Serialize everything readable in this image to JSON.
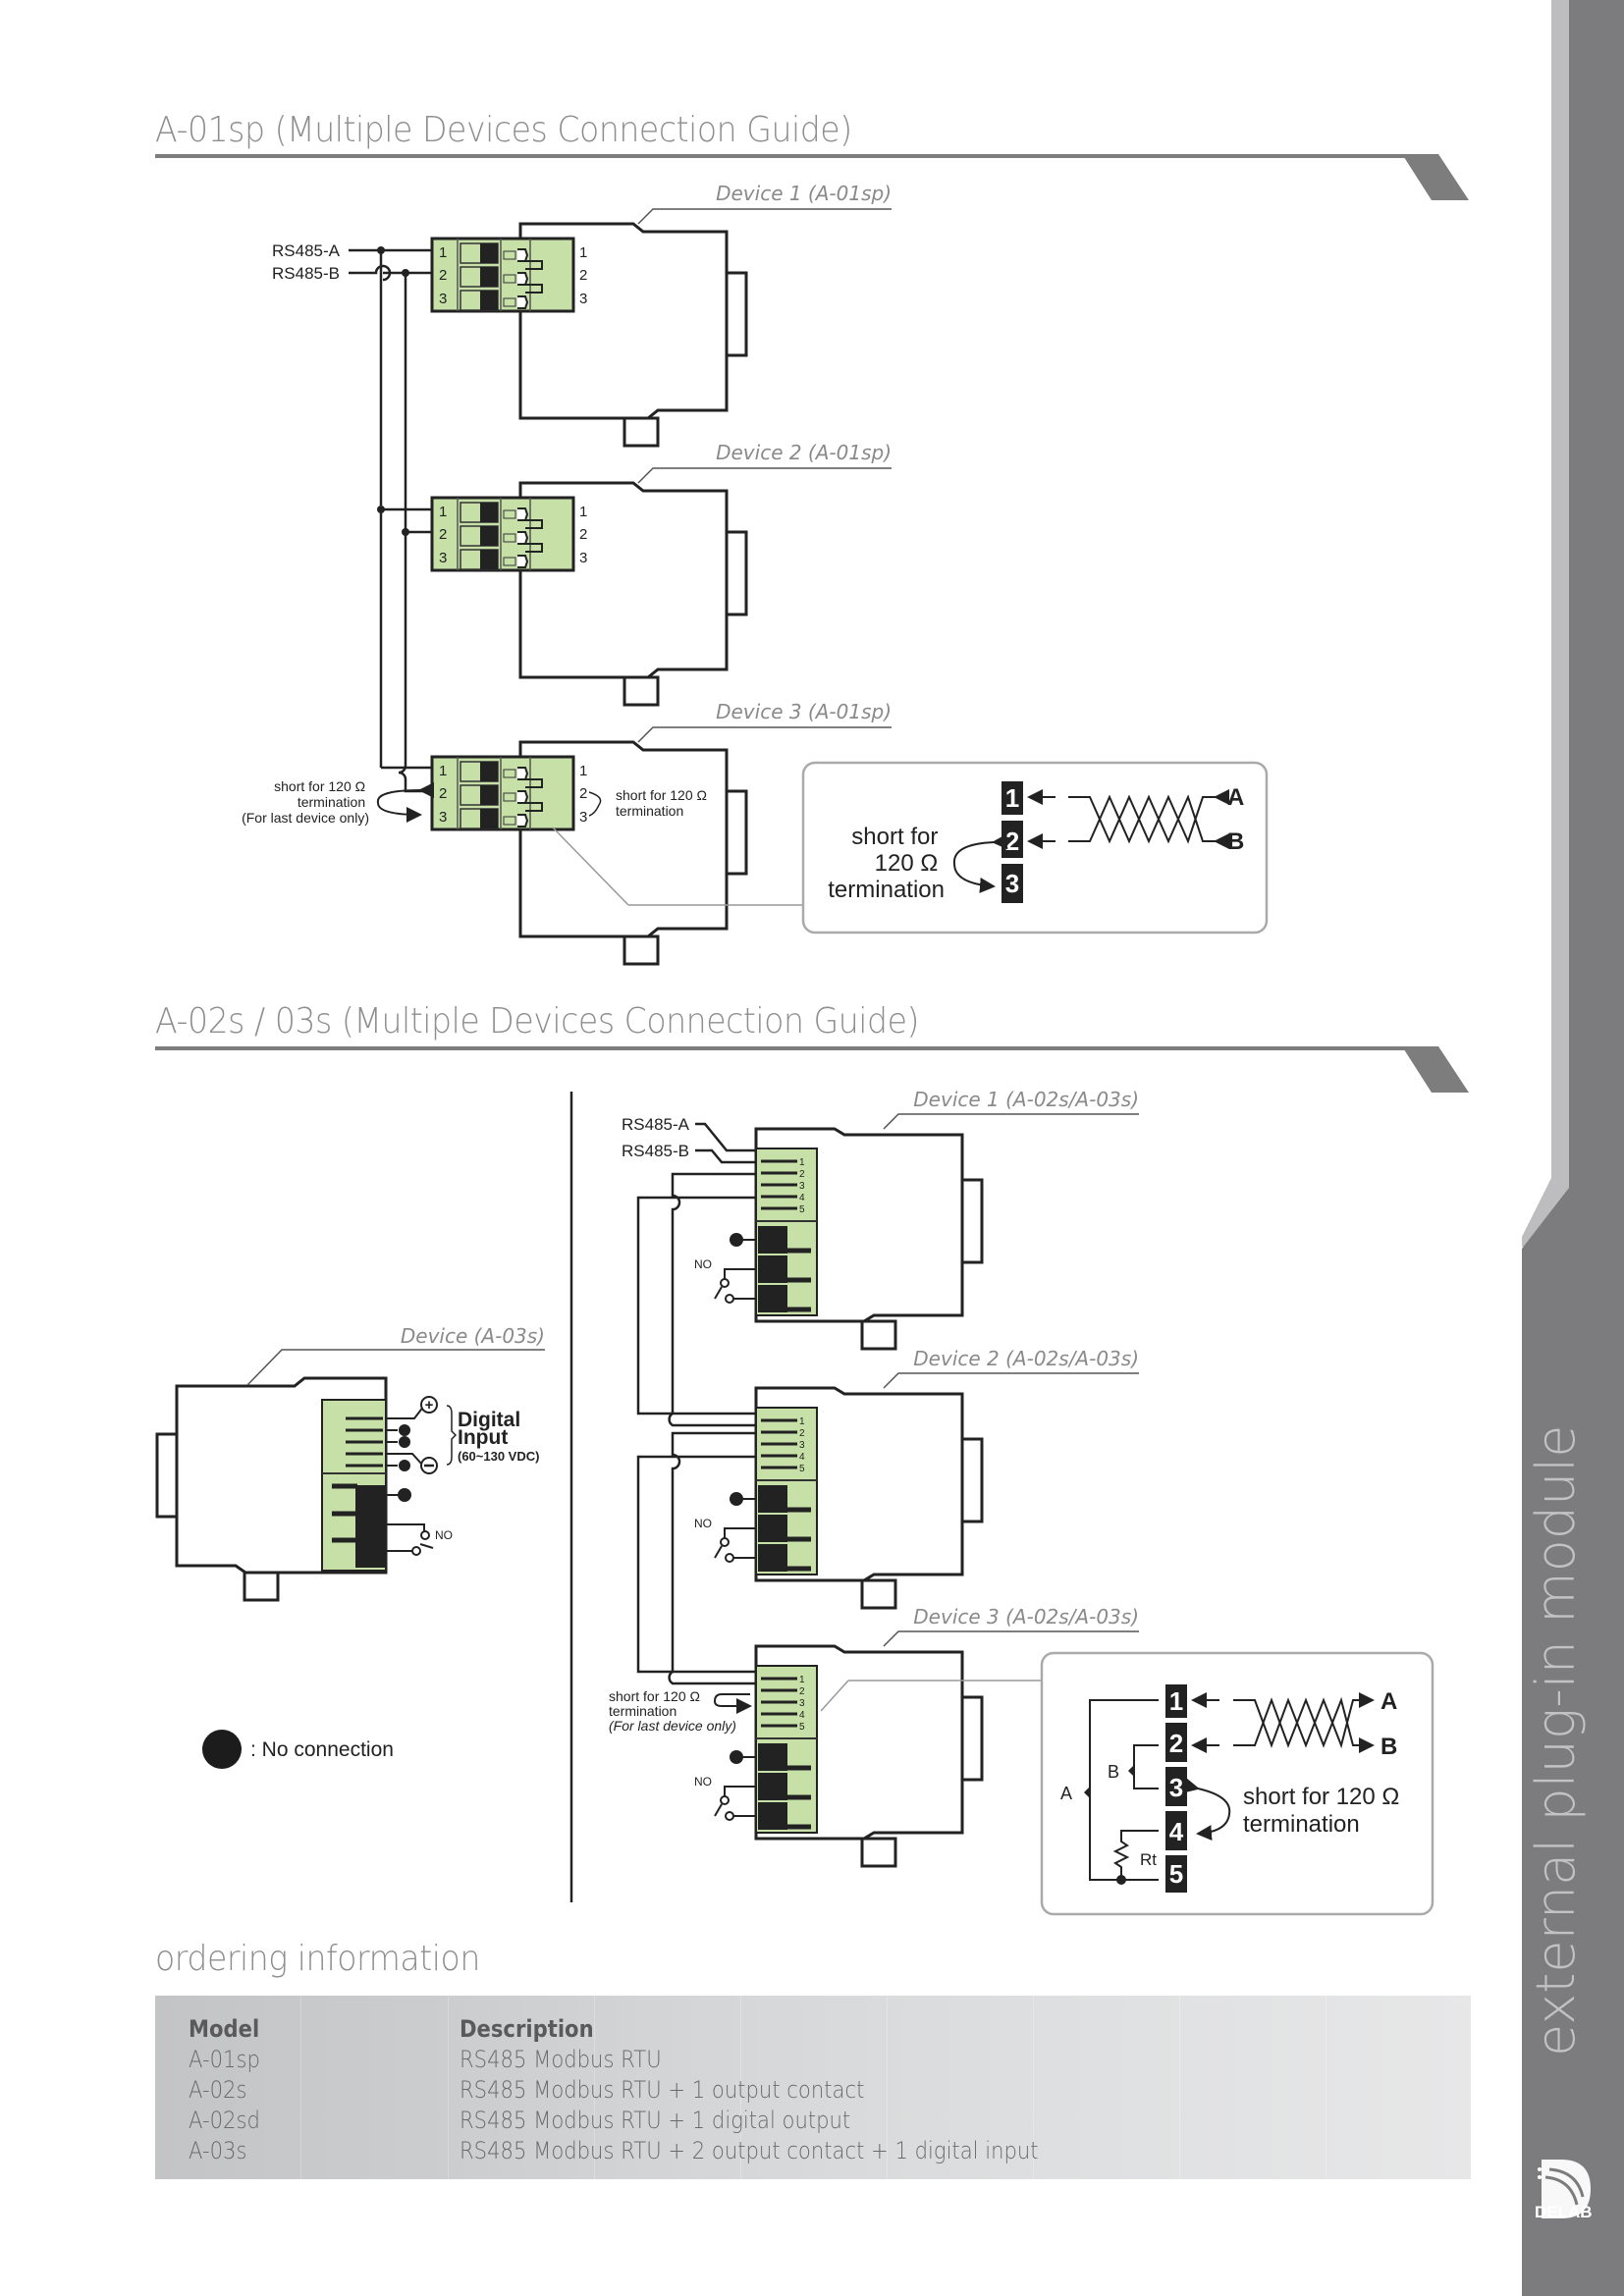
{
  "section1": {
    "title": "A-01sp (Multiple Devices Connection Guide)",
    "devices": [
      "Device 1 (A-01sp)",
      "Device 2 (A-01sp)",
      "Device 3 (A-01sp)"
    ],
    "bus_labels": [
      "RS485-A",
      "RS485-B"
    ],
    "pin_numbers": [
      "1",
      "2",
      "3"
    ],
    "left_note": [
      "short for 120 Ω",
      "termination",
      "(For last device only)"
    ],
    "right_note": [
      "short for 120 Ω",
      "termination"
    ],
    "callout": {
      "note": [
        "short for",
        "120 Ω",
        "termination"
      ],
      "pins": [
        "1",
        "2",
        "3"
      ],
      "lines": [
        "A",
        "B"
      ]
    }
  },
  "section2": {
    "title": "A-02s / 03s (Multiple Devices Connection Guide)",
    "single_device": {
      "label": "Device (A-03s)",
      "digital_input": [
        "Digital",
        "Input",
        "(60~130 VDC)"
      ],
      "no_label": "NO"
    },
    "legend": ": No connection",
    "devices": [
      "Device 1 (A-02s/A-03s)",
      "Device 2 (A-02s/A-03s)",
      "Device 3 (A-02s/A-03s)"
    ],
    "bus_labels": [
      "RS485-A",
      "RS485-B"
    ],
    "pin_numbers": [
      "1",
      "2",
      "3",
      "4",
      "5"
    ],
    "no_label": "NO",
    "last_note": [
      "short for 120 Ω",
      "termination",
      "(For last device only)"
    ],
    "callout": {
      "pins": [
        "1",
        "2",
        "3",
        "4",
        "5"
      ],
      "lines": [
        "A",
        "B"
      ],
      "side_labels": [
        "A",
        "B"
      ],
      "resistor": "Rt",
      "note": [
        "short for 120 Ω",
        "termination"
      ]
    }
  },
  "ordering": {
    "title": "ordering information",
    "headers": [
      "Model",
      "Description"
    ],
    "rows": [
      [
        "A-01sp",
        "RS485 Modbus RTU"
      ],
      [
        "A-02s",
        "RS485 Modbus RTU + 1 output contact"
      ],
      [
        "A-02sd",
        "RS485 Modbus RTU + 1 digital output"
      ],
      [
        "A-03s",
        "RS485 Modbus RTU + 2 output contact + 1 digital input"
      ]
    ]
  },
  "sidebar": {
    "text": "external plug-in module",
    "brand": "DELAB"
  },
  "colors": {
    "terminal_green": "#c6e0a8",
    "rule_gray": "#7d7d7d",
    "sidebar_dark": "#7c7c7e",
    "sidebar_light": "#bdbdbf",
    "title_gray": "#8e8e8e"
  }
}
